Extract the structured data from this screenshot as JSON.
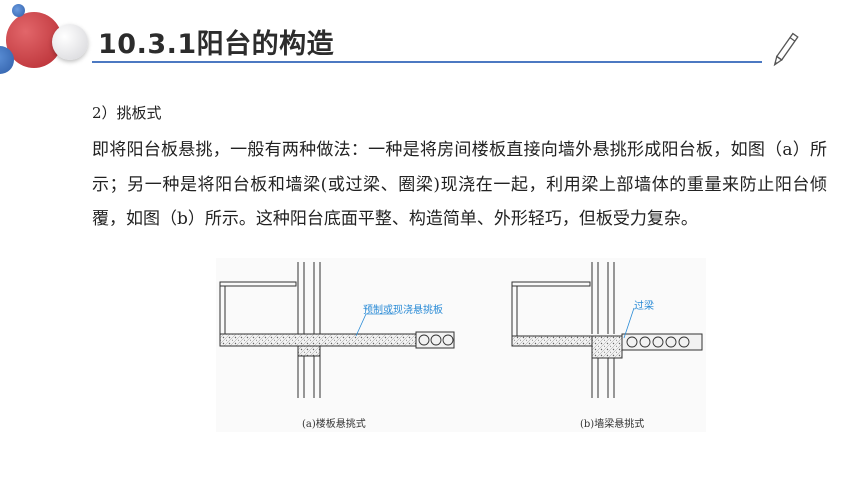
{
  "header": {
    "title": "10.3.1阳台的构造"
  },
  "content": {
    "subtitle": "2）挑板式",
    "paragraph": "即将阳台板悬挑，一般有两种做法：一种是将房间楼板直接向墙外悬挑形成阳台板，如图（a）所示；另一种是将阳台板和墙梁(或过梁、圈梁)现浇在一起，利用梁上部墙体的重量来防止阳台倾覆，如图（b）所示。这种阳台底面平整、构造简单、外形轻巧，但板受力复杂。"
  },
  "figure": {
    "left": {
      "annotation": "预制或现浇悬挑板",
      "caption": "(a)楼板悬挑式"
    },
    "right": {
      "annotation": "过梁",
      "caption": "(b)墙梁悬挑式"
    }
  },
  "colors": {
    "accent_line": "#4c79c2",
    "annotation": "#2a8bd6",
    "deco_red": "#c0393e",
    "deco_blue": "#2f5ea8"
  },
  "icons": [
    "pencil-icon"
  ]
}
